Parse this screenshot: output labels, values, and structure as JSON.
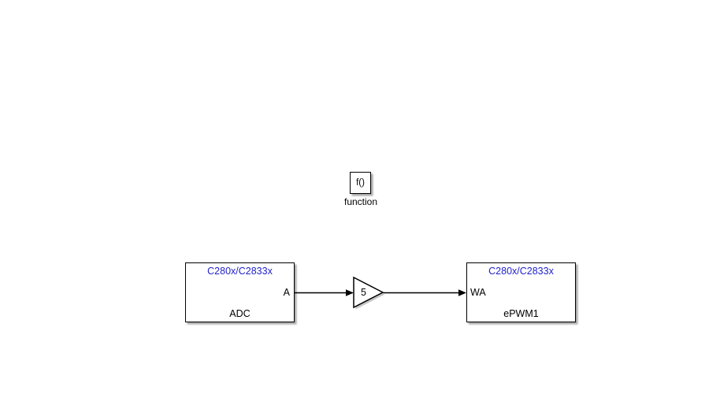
{
  "diagram": {
    "function_block": {
      "symbol": "f()",
      "label": "function"
    },
    "adc_block": {
      "header": "C280x/C2833x",
      "port": "A",
      "name": "ADC"
    },
    "gain_block": {
      "value": "5"
    },
    "epwm_block": {
      "header": "C280x/C2833x",
      "port": "WA",
      "name": "ePWM1"
    }
  },
  "colors": {
    "background": "#ffffff",
    "block_fill": "#ffffff",
    "block_border": "#000000",
    "header_blue": "#2222cc",
    "signal_line": "#000000",
    "shadow_gray": "#b3b3b3"
  }
}
